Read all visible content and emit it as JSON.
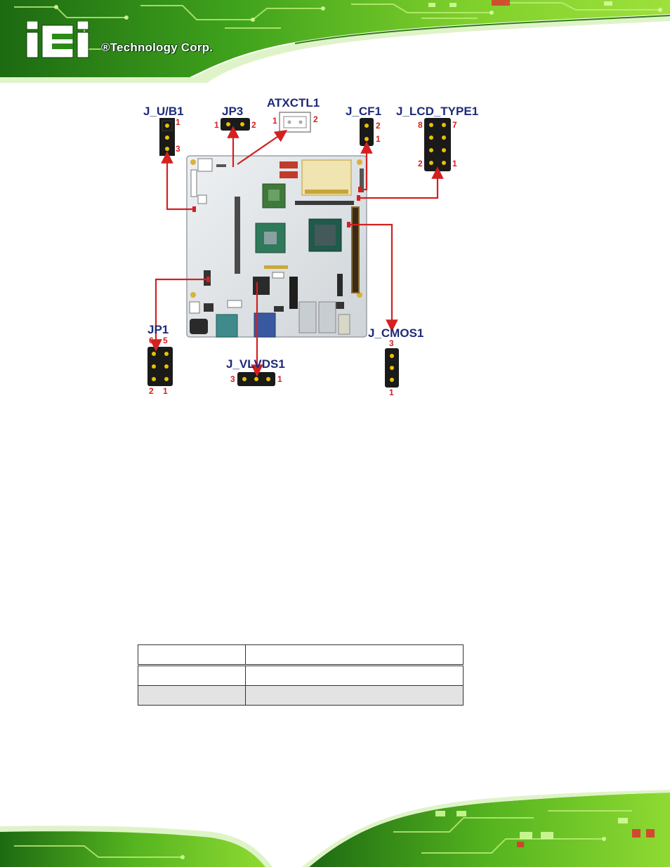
{
  "header": {
    "brand": "iEi",
    "tagline": "®Technology Corp.",
    "colors": {
      "green": "#7ac92a",
      "dark_green": "#1f6d12",
      "white": "#ffffff"
    }
  },
  "diagram": {
    "connectors": {
      "j_ub1": {
        "label": "J_U/B1",
        "pins": [
          "1",
          "3"
        ]
      },
      "jp3": {
        "label": "JP3",
        "pins": [
          "1",
          "2"
        ]
      },
      "atxctl1": {
        "label": "ATXCTL1",
        "pins": [
          "1",
          "2"
        ]
      },
      "j_cf1": {
        "label": "J_CF1",
        "pins": [
          "2",
          "1"
        ]
      },
      "j_lcd_type1": {
        "label": "J_LCD_TYPE1",
        "pins": [
          "8",
          "7",
          "2",
          "1"
        ]
      },
      "jp1": {
        "label": "JP1",
        "pins": [
          "6",
          "5",
          "2",
          "1"
        ]
      },
      "j_vlvds1": {
        "label": "J_VLVDS1",
        "pins": [
          "3",
          "1"
        ]
      },
      "j_cmos1": {
        "label": "J_CMOS1",
        "pins": [
          "3",
          "1"
        ]
      }
    },
    "colors": {
      "arrow": "#d42020",
      "label": "#1e2a7a",
      "board": "#dfe3e6",
      "pcb_edge": "#9aa0a6"
    }
  },
  "table": {
    "rows": [
      [
        "",
        ""
      ],
      [
        "",
        ""
      ],
      [
        "",
        ""
      ]
    ]
  }
}
